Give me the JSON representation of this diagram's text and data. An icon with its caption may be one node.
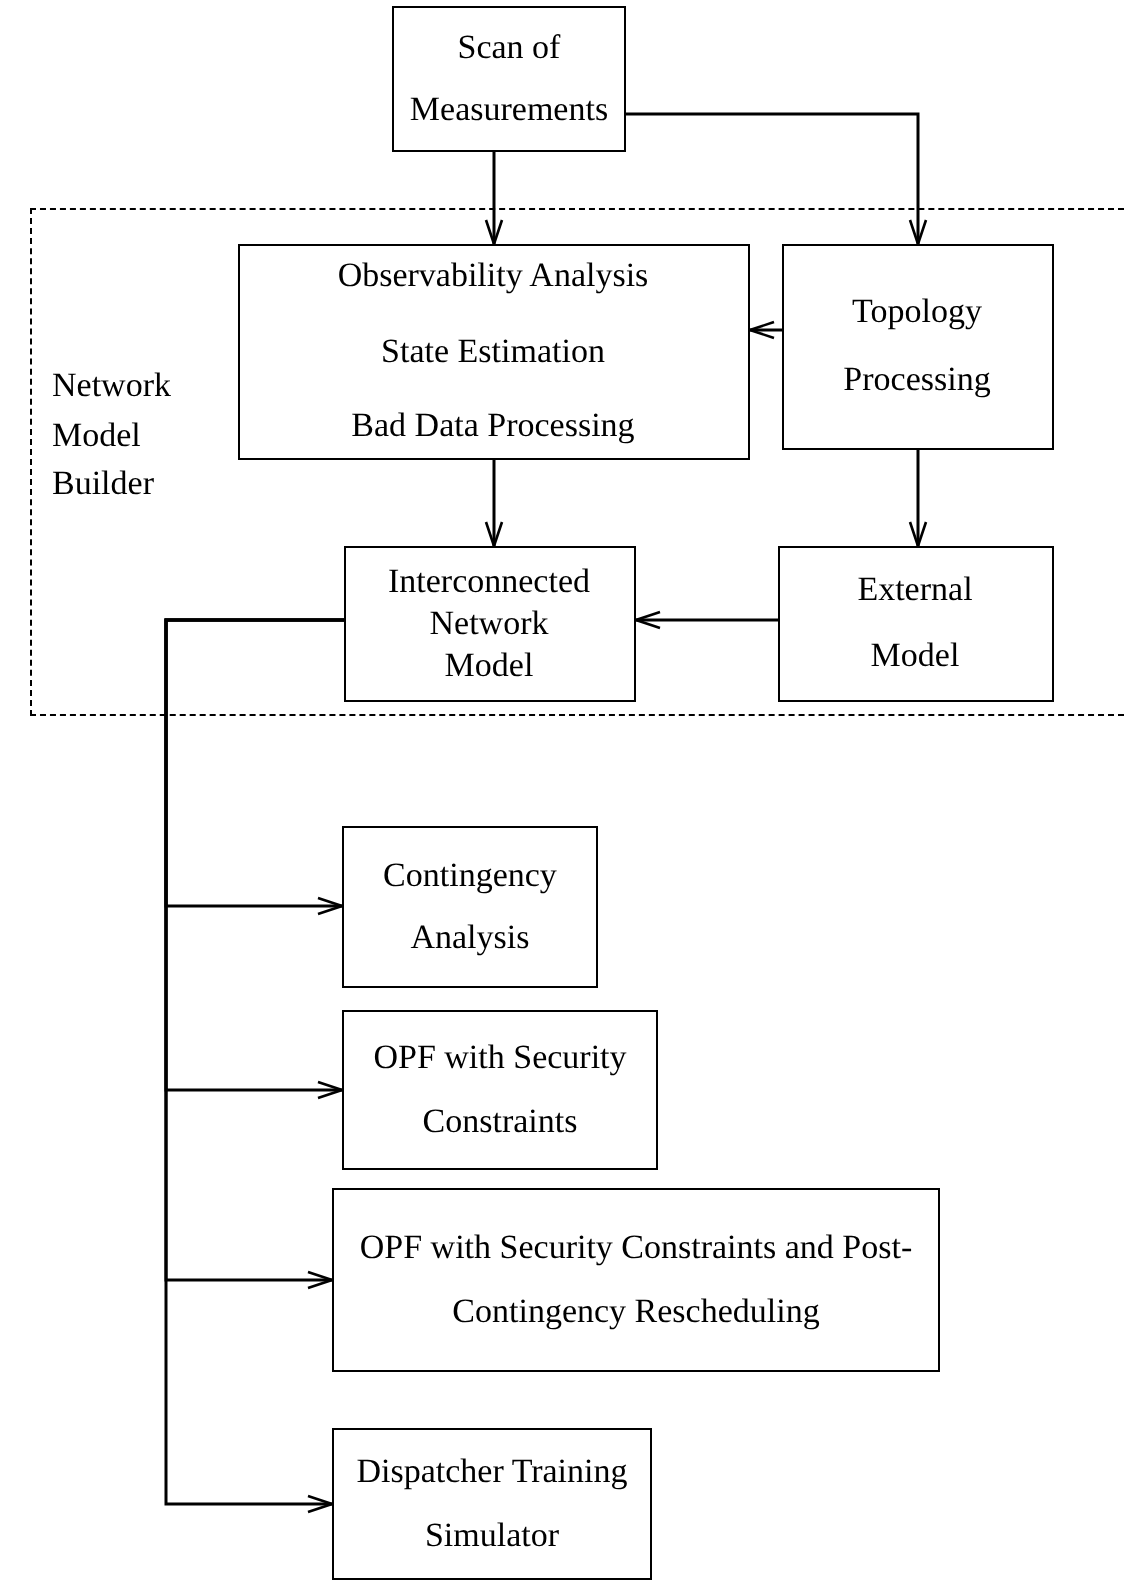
{
  "diagram": {
    "nodes": [
      {
        "text": [
          "Scan of Measurements"
        ]
      },
      {
        "text": [
          "Network Model Builder"
        ]
      },
      {
        "text": [
          "Observability Analysis",
          "State Estimation",
          "Bad Data Processing"
        ],
        "in": 1
      },
      {
        "text": [
          "Topology Processing"
        ],
        "in": 1
      },
      {
        "text": [
          "Interconnected Network Model"
        ],
        "in": 1
      },
      {
        "text": [
          "External Model"
        ],
        "in": 1
      },
      {
        "text": [
          "Contingency Analysis"
        ]
      },
      {
        "text": [
          "OPF with Security Constraints"
        ]
      },
      {
        "text": [
          "OPF with Security Constraints and Post-Contingency Rescheduling"
        ]
      },
      {
        "text": [
          "Dispatcher Training Simulator"
        ]
      }
    ],
    "edges": [
      {
        "from": 0,
        "to": 2,
        "arrow": "to"
      },
      {
        "from": 0,
        "to": 3,
        "arrow": "to"
      },
      {
        "from": 3,
        "to": 2,
        "arrow": "to"
      },
      {
        "from": 2,
        "to": 4,
        "arrow": "to"
      },
      {
        "from": 3,
        "to": 5,
        "arrow": "to"
      },
      {
        "from": 5,
        "to": 4,
        "arrow": "to"
      },
      {
        "from": 4,
        "to": 6,
        "arrow": "to"
      },
      {
        "from": 4,
        "to": 7,
        "arrow": "to"
      },
      {
        "from": 4,
        "to": 8,
        "arrow": "to"
      },
      {
        "from": 4,
        "to": 9,
        "arrow": "to"
      }
    ]
  }
}
